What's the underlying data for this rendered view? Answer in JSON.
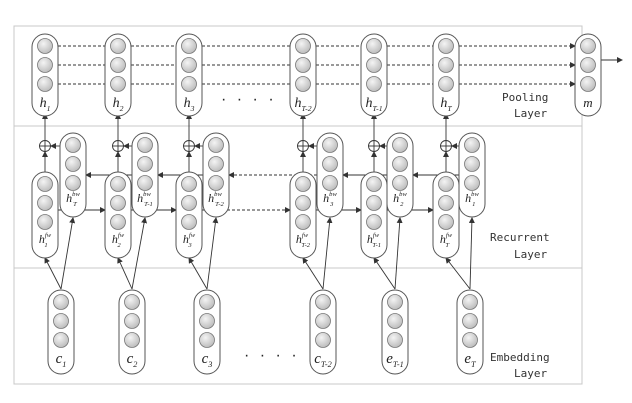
{
  "layers": {
    "pooling": [
      "Pooling",
      "Layer"
    ],
    "recurrent": [
      "Recurrent",
      "Layer"
    ],
    "embedding": [
      "Embedding",
      "Layer"
    ]
  },
  "ellipsis": "· · · ·",
  "pooling_nodes": [
    {
      "base": "h",
      "sub": "1"
    },
    {
      "base": "h",
      "sub": "2"
    },
    {
      "base": "h",
      "sub": "3"
    },
    {
      "base": "h",
      "sub": "T-2"
    },
    {
      "base": "h",
      "sub": "T-1"
    },
    {
      "base": "h",
      "sub": "T"
    }
  ],
  "pool_output": {
    "base": "m"
  },
  "forward_nodes": [
    {
      "base": "h",
      "sub": "1",
      "sup": "fw"
    },
    {
      "base": "h",
      "sub": "2",
      "sup": "fw"
    },
    {
      "base": "h",
      "sub": "3",
      "sup": "fw"
    },
    {
      "base": "h",
      "sub": "T-2",
      "sup": "fw"
    },
    {
      "base": "h",
      "sub": "T-1",
      "sup": "fw"
    },
    {
      "base": "h",
      "sub": "T",
      "sup": "fw"
    }
  ],
  "backward_nodes": [
    {
      "base": "h",
      "sub": "T",
      "sup": "bw"
    },
    {
      "base": "h",
      "sub": "T-1",
      "sup": "bw"
    },
    {
      "base": "h",
      "sub": "T-2",
      "sup": "bw"
    },
    {
      "base": "h",
      "sub": "3",
      "sup": "bw"
    },
    {
      "base": "h",
      "sub": "2",
      "sup": "bw"
    },
    {
      "base": "h",
      "sub": "1",
      "sup": "bw"
    }
  ],
  "embedding_nodes": [
    {
      "base": "c",
      "sub": "1"
    },
    {
      "base": "c",
      "sub": "2"
    },
    {
      "base": "c",
      "sub": "3"
    },
    {
      "base": "c",
      "sub": "T-2"
    },
    {
      "base": "e",
      "sub": "T-1"
    },
    {
      "base": "e",
      "sub": "T"
    }
  ],
  "colors": {
    "panel_stroke": "#c8c8c8",
    "node_stroke": "#555555",
    "circle_fill": "#d9d9d9",
    "line": "#333333"
  }
}
